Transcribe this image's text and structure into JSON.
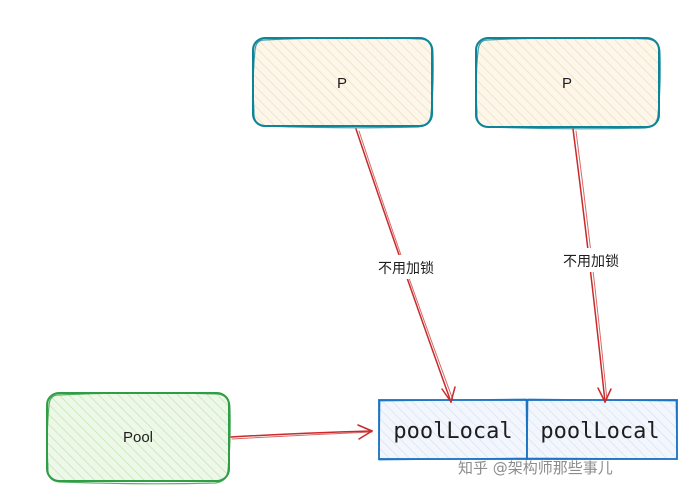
{
  "nodes": {
    "p_left": {
      "label": "P"
    },
    "p_right": {
      "label": "P"
    },
    "pool": {
      "label": "Pool"
    },
    "pool_local_first": {
      "label": "poolLocal"
    },
    "pool_local_second": {
      "label": "poolLocal"
    }
  },
  "edges": {
    "p_left_to_local": {
      "label": "不用加锁"
    },
    "p_right_to_local": {
      "label": "不用加锁"
    }
  },
  "watermark": "知乎 @架构师那些事儿",
  "colors": {
    "p_box_stroke": "#0c8599",
    "p_box_fill": "#fdf3e1",
    "pool_stroke": "#2f9e44",
    "pool_fill": "#e6f5df",
    "local_stroke": "#1971c2",
    "local_fill": "#e7f0fb",
    "arrow": "#c92a2a"
  }
}
